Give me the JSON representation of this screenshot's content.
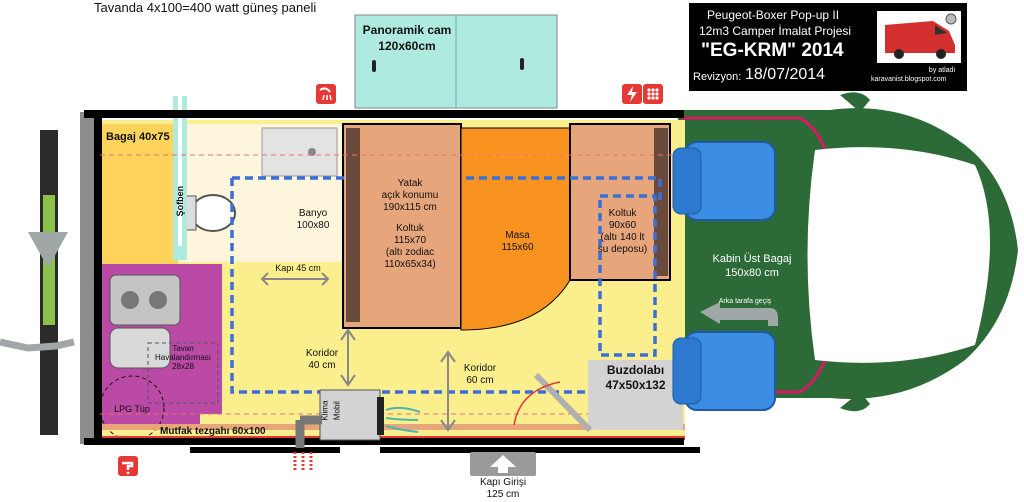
{
  "header": {
    "solar_panel": "Tavanda 4x100=400 watt güneş paneli"
  },
  "title_block": {
    "line1": "Peugeot-Boxer Pop-up II",
    "line2": "12m3 Camper İmalat Projesi",
    "project_name": "\"EG-KRM\" 2014",
    "revision_label": "Revizyon:",
    "revision_date": "18/07/2014",
    "author_line1": "by atladi",
    "author_line2": "karavanist.blogspot.com"
  },
  "labels": {
    "panoramic_title": "Panoramik cam",
    "panoramic_size": "120x60cm",
    "trunk": "Bagaj 40x75",
    "shower": "Şofben",
    "bathroom_title": "Banyo",
    "bathroom_size": "100x80",
    "bed_line1": "Yatak",
    "bed_line2": "açık konumu",
    "bed_line3": "190x115 cm",
    "seat_left_line1": "Koltuk",
    "seat_left_line2": "115x70",
    "seat_left_line3": "(altı zodiac",
    "seat_left_line4": "110x65x34)",
    "table_title": "Masa",
    "table_size": "115x60",
    "seat_right_line1": "Koltuk",
    "seat_right_line2": "90x60",
    "seat_right_line3": "(altı 140 lt",
    "seat_right_line4": "su deposu)",
    "cabin_storage_line1": "Kabin Üst Bagaj",
    "cabin_storage_line2": "150x80 cm",
    "rear_access": "Arka tarafa geçiş",
    "door_inner": "Kapı 45 cm",
    "ceiling_vent_line1": "Tavan",
    "ceiling_vent_line2": "Havalandırması",
    "ceiling_vent_line3": "28x28",
    "lpg": "LPG Tüp",
    "corridor_left_line1": "Koridor",
    "corridor_left_line2": "40 cm",
    "corridor_mid_line1": "Koridor",
    "corridor_mid_line2": "60 cm",
    "fridge_title": "Buzdolabı",
    "fridge_size": "47x50x132",
    "mobile_ac_line1": "Mobil",
    "mobile_ac_line2": "Klima",
    "kitchen_counter": "Mutfak tezgahı 60x100",
    "entrance_title": "Kapı Girişi",
    "entrance_size": "125 cm"
  },
  "icons": [
    "shower-icon",
    "electric-panel-icon",
    "water-tap-icon",
    "toilet-icon",
    "sink-icon",
    "stove-icon",
    "seat-icon",
    "arrow-up-icon",
    "ac-airflow-icon"
  ],
  "colors": {
    "floor": "#fbee8d",
    "trunk": "#fdd35b",
    "furniture": "#e7a57b",
    "table": "#f7931e",
    "kitchen": "#bb4aa6",
    "cabin": "#2c6a37",
    "seat": "#3b8de3",
    "window": "#aeeae0",
    "wall": "#000000",
    "dashed_route": "#3a6fd8"
  }
}
